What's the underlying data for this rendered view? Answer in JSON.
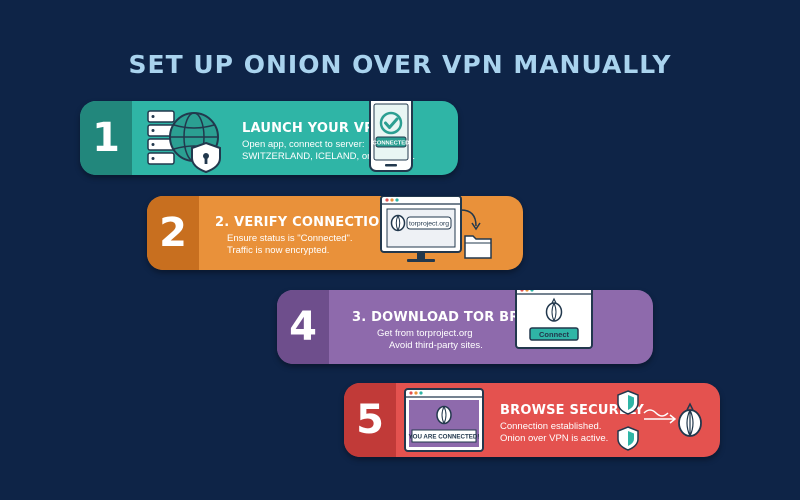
{
  "title": "SET UP ONION OVER VPN MANUALLY",
  "steps": [
    {
      "number": "1",
      "heading": "LAUNCH YOUR VPN",
      "lines": [
        "Open app, connect to server:",
        "SWITZERLAND, ICELAND, or PANAMA."
      ],
      "badge": "CONNECTED",
      "color": "#2fb5a6"
    },
    {
      "number": "2",
      "heading": "2. VERIFY CONNECTION",
      "lines": [
        "Ensure status is \"Connected\".",
        "Traffic is now encrypted."
      ],
      "url": "torproject.org",
      "color": "#e9913a"
    },
    {
      "number": "4",
      "heading": "3. DOWNLOAD TOR BROWSER",
      "lines": [
        "Get from torproject.org",
        "Avoid third-party sites."
      ],
      "button": "Connect",
      "color": "#8e6aac"
    },
    {
      "number": "5",
      "heading": "BROWSE SECURELY",
      "lines": [
        "Connection established.",
        "Onion over VPN is active."
      ],
      "screen_text": "YOU ARE CONNECTED!",
      "color": "#e4524f"
    }
  ]
}
